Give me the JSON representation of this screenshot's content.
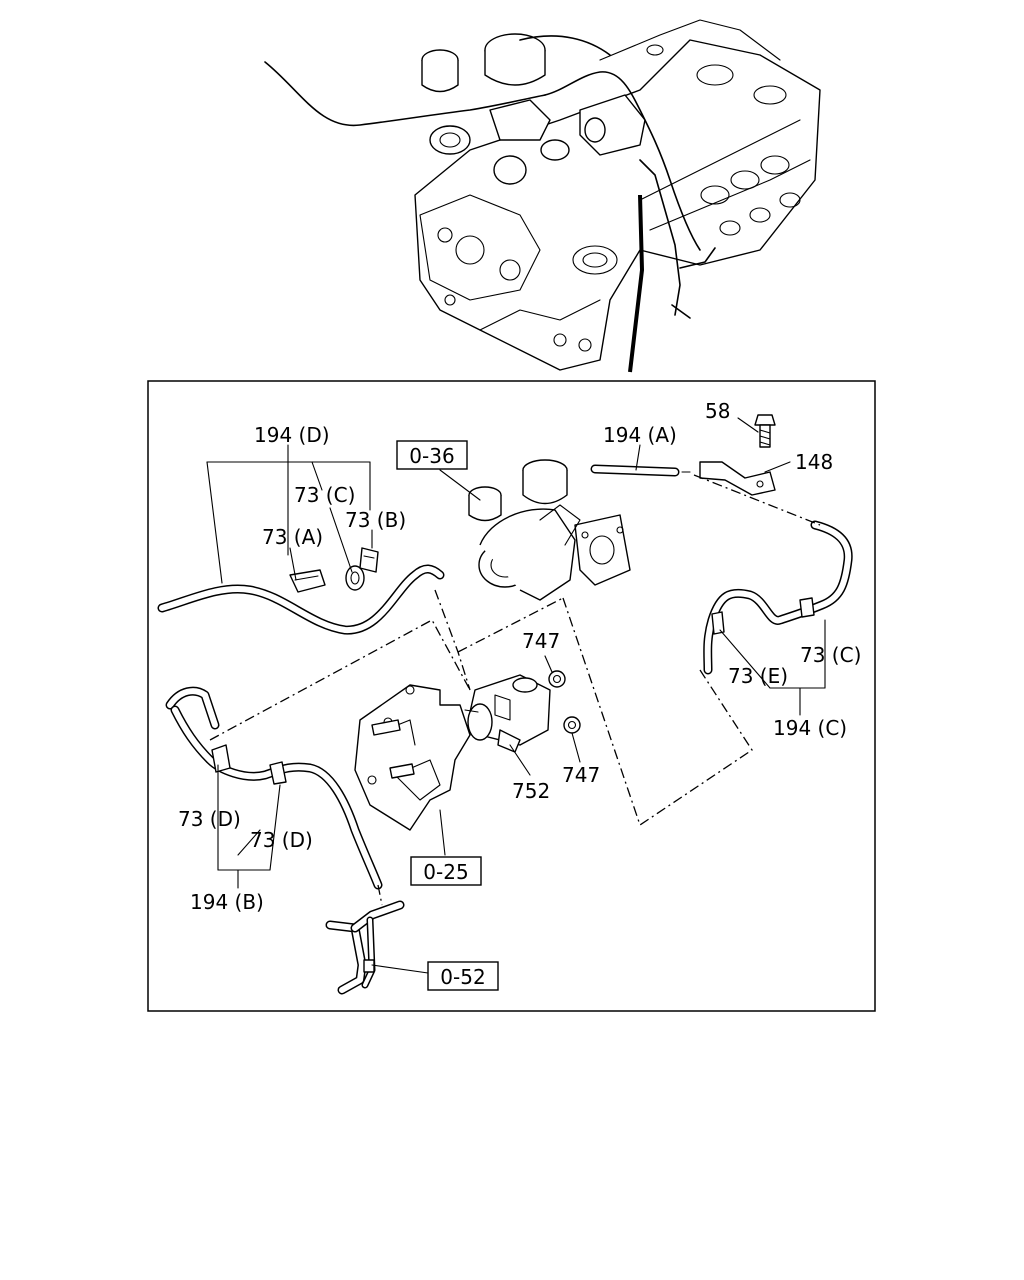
{
  "callouts": {
    "c58": "58",
    "c194a": "194 (A)",
    "c148": "148",
    "c194d": "194 (D)",
    "c73c_top": "73 (C)",
    "c73b": "73 (B)",
    "c73a": "73 (A)",
    "c747_top": "747",
    "c747_bottom": "747",
    "c752": "752",
    "c73e": "73 (E)",
    "c73c_right": "73 (C)",
    "c194c": "194 (C)",
    "c73d_left": "73 (D)",
    "c73d_right": "73 (D)",
    "c194b": "194 (B)"
  },
  "references": {
    "r036": "0-36",
    "r025": "0-25",
    "r052": "0-52"
  }
}
